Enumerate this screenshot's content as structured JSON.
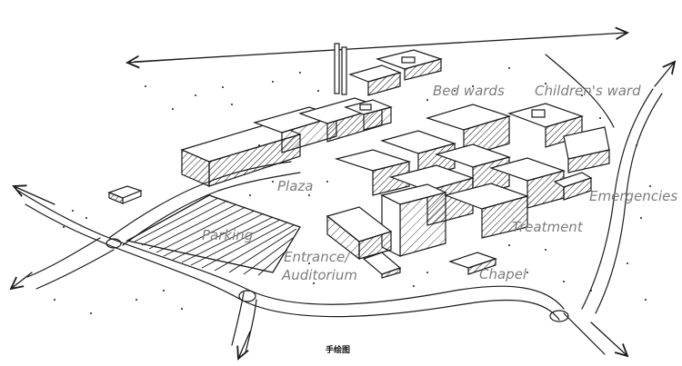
{
  "labels": {
    "bed_wards": "Bed wards",
    "childrens_ward": "Children's ward",
    "plaza": "Plaza",
    "emergencies": "Emergencies",
    "parking": "Parking",
    "treatment": "Treatment",
    "entrance_line1": "Entrance/",
    "entrance_line2": "Auditorium",
    "chapel": "Chapel"
  },
  "caption": "手绘图",
  "colors": {
    "ink": "#1a1a1a",
    "label_gray": "#7d7d7d",
    "background": "#ffffff"
  }
}
